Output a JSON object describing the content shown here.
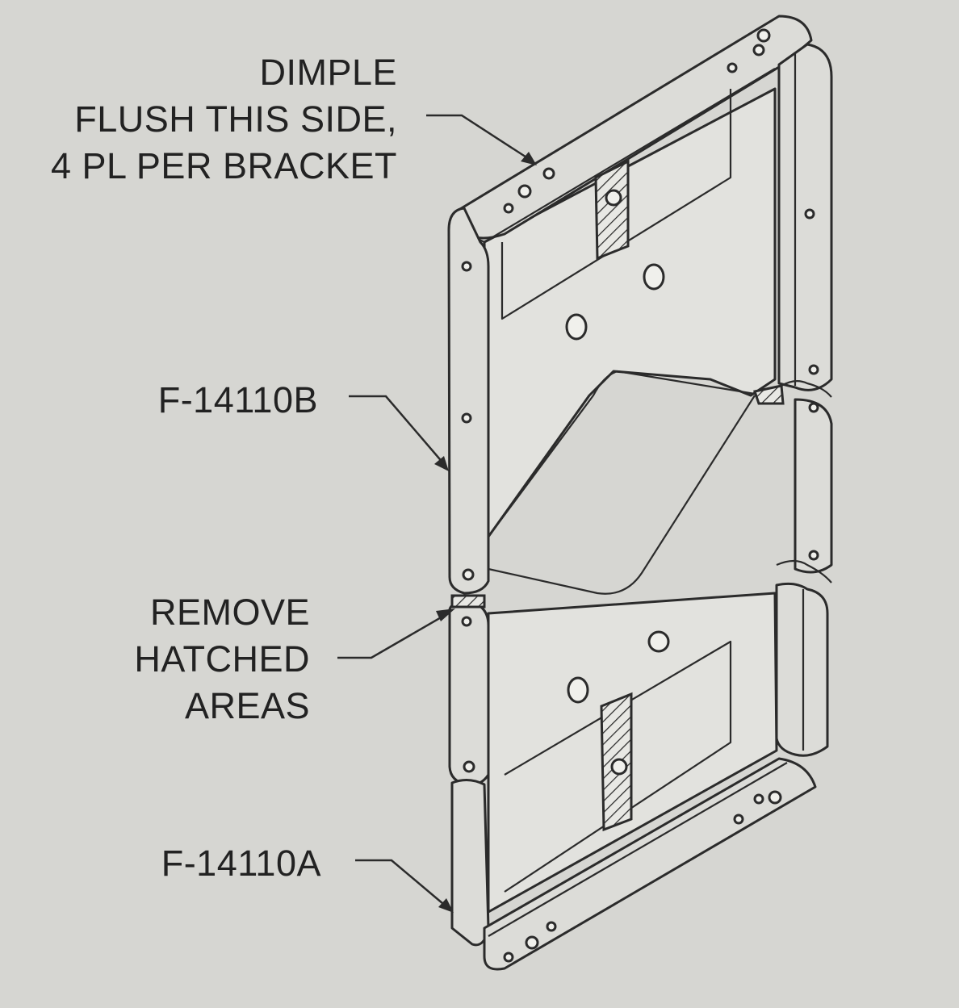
{
  "labels": {
    "dimple": [
      "DIMPLE",
      "FLUSH THIS SIDE,",
      "4 PL PER BRACKET"
    ],
    "part_b": "F-14110B",
    "remove": [
      "REMOVE",
      "HATCHED",
      "AREAS"
    ],
    "part_a": "F-14110A"
  }
}
